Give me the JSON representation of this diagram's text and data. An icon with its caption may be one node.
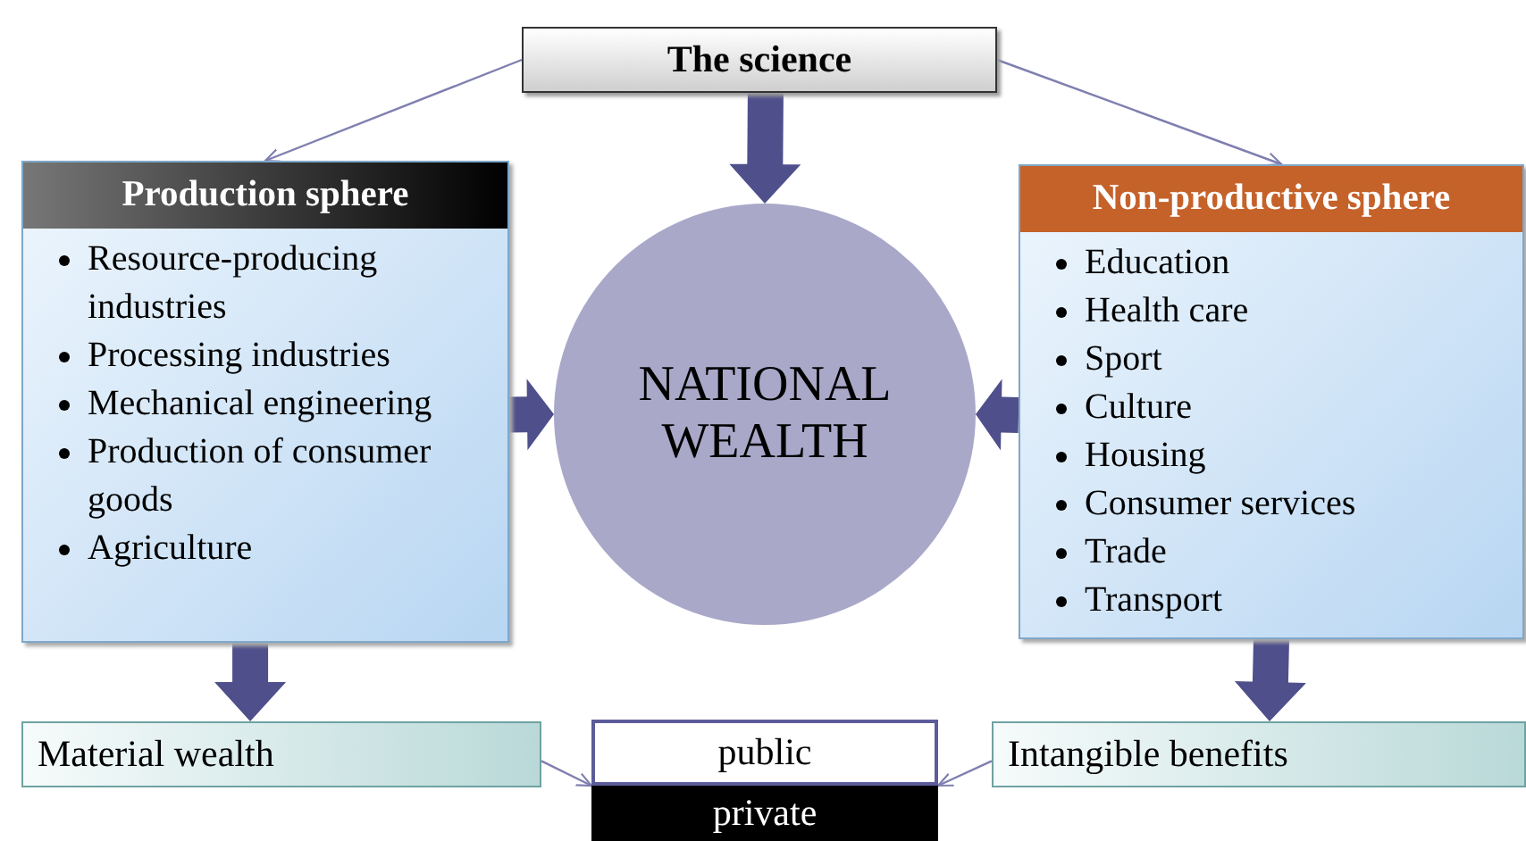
{
  "diagram": {
    "nodes": [
      {
        "text": [
          "The science"
        ]
      },
      {
        "text": [
          "Production sphere",
          "Resource-producing industries",
          "Processing industries",
          "Mechanical engineering",
          "Production of consumer goods",
          "Agriculture"
        ]
      },
      {
        "text": [
          "NATIONAL WEALTH"
        ]
      },
      {
        "text": [
          "Non-productive sphere",
          "Education",
          "Health care",
          "Sport",
          "Culture",
          "Housing",
          "Consumer services",
          "Trade",
          "Transport"
        ]
      },
      {
        "text": [
          "Material wealth"
        ]
      },
      {
        "text": [
          "public"
        ]
      },
      {
        "text": [
          "private"
        ]
      },
      {
        "text": [
          "Intangible benefits"
        ]
      }
    ],
    "edges": [
      {
        "from": 0,
        "to": 1,
        "arrow": "to"
      },
      {
        "from": 0,
        "to": 3,
        "arrow": "to"
      },
      {
        "from": 0,
        "to": 2,
        "arrow": "to",
        "style": "thick",
        "color": "#4f4f8c"
      },
      {
        "from": 1,
        "to": 2,
        "arrow": "to",
        "style": "thick",
        "color": "#4f4f8c"
      },
      {
        "from": 3,
        "to": 2,
        "arrow": "to",
        "style": "thick",
        "color": "#4f4f8c"
      },
      {
        "from": 1,
        "to": 4,
        "arrow": "to",
        "style": "thick",
        "color": "#4f4f8c"
      },
      {
        "from": 3,
        "to": 7,
        "arrow": "to",
        "style": "thick",
        "color": "#4f4f8c"
      },
      {
        "from": 4,
        "to": 5,
        "arrow": "to"
      },
      {
        "from": 7,
        "to": 5,
        "arrow": "to"
      }
    ]
  }
}
